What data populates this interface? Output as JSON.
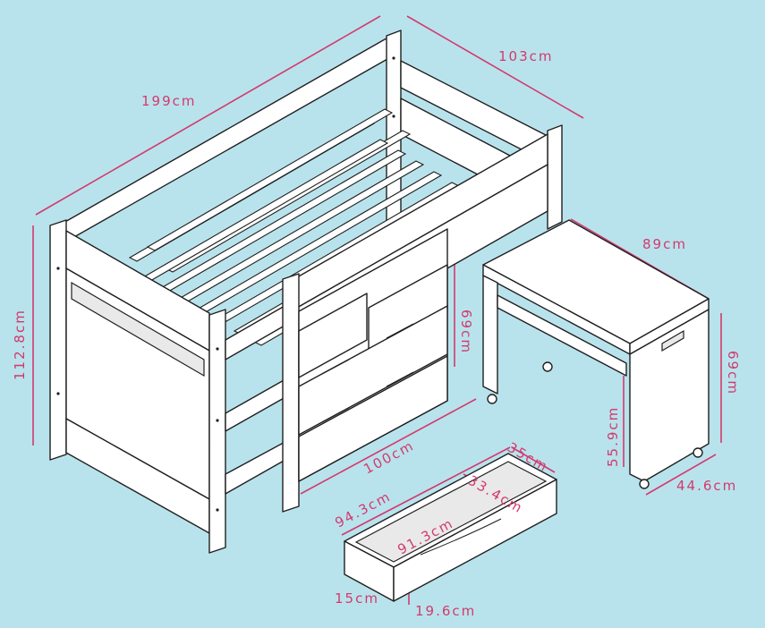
{
  "colors": {
    "background": "#b9e3ec",
    "dimension": "#d23a6e",
    "outline": "#1f1f1f",
    "panel": "#ffffff"
  },
  "dimensions": {
    "bed_length": "199cm",
    "bed_width": "103cm",
    "bed_height": "112.8cm",
    "under_bed_height": "69cm",
    "chest_width": "100cm",
    "desk_length": "89cm",
    "desk_height": "69cm",
    "desk_depth": "44.6cm",
    "desk_leg_height": "55.9cm",
    "drawer_outer_length": "94.3cm",
    "drawer_outer_width": "35cm",
    "drawer_inner_width": "33.4cm",
    "drawer_inner_length": "91.3cm",
    "drawer_height": "15cm",
    "drawer_inner_height": "19.6cm"
  }
}
